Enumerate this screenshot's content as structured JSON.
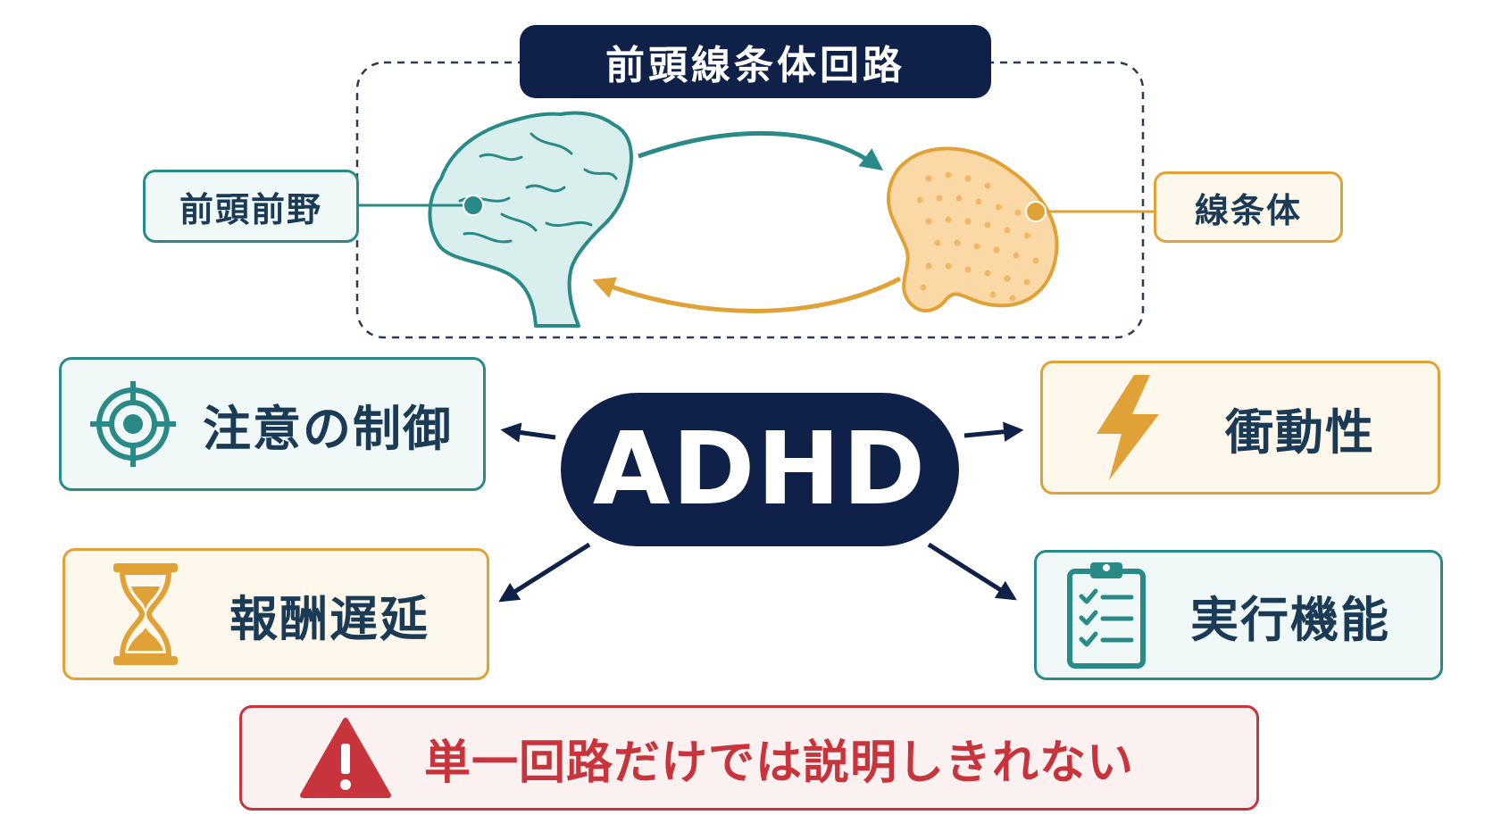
{
  "circuit": {
    "title": "前頭線条体回路",
    "prefrontal_label": "前頭前野",
    "striatum_label": "線条体"
  },
  "center_label": "ADHD",
  "functions": {
    "attention": "注意の制御",
    "impulsivity": "衝動性",
    "reward_delay": "報酬遅延",
    "executive": "実行機能"
  },
  "warning": {
    "text": "単一回路だけでは説明しきれない"
  },
  "icons": {
    "attention": "target-icon",
    "impulsivity": "lightning-icon",
    "reward_delay": "hourglass-icon",
    "executive": "clipboard-checklist-icon",
    "warning": "warning-triangle-icon",
    "prefrontal": "brain-icon",
    "striatum": "striatum-icon"
  },
  "colors": {
    "navy": "#0f2148",
    "teal": "#2a8a87",
    "orange": "#e0a236",
    "red": "#c8343b"
  }
}
